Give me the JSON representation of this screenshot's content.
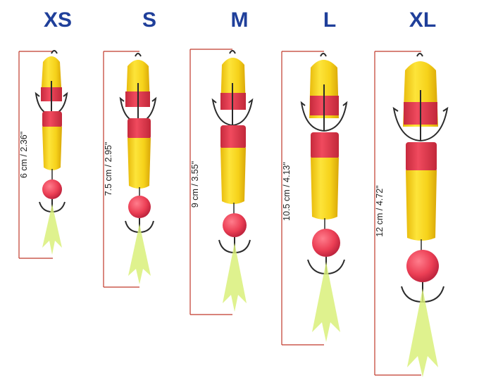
{
  "colors": {
    "title": "#1f3f9a",
    "body_yellow": "#f6d21a",
    "band_red": "#e83a4e",
    "bead_red": "#ec3f55",
    "hook": "#2b2b2b",
    "dim_line": "#c0392b",
    "fiber": "#d9f07a"
  },
  "lures": [
    {
      "size": "XS",
      "length_label": "6 cm / 2.36\""
    },
    {
      "size": "S",
      "length_label": "7.5 cm / 2.95\""
    },
    {
      "size": "M",
      "length_label": "9 cm / 3.55\""
    },
    {
      "size": "L",
      "length_label": "10.5 cm / 4.13\""
    },
    {
      "size": "XL",
      "length_label": "12 cm / 4.72\""
    }
  ]
}
